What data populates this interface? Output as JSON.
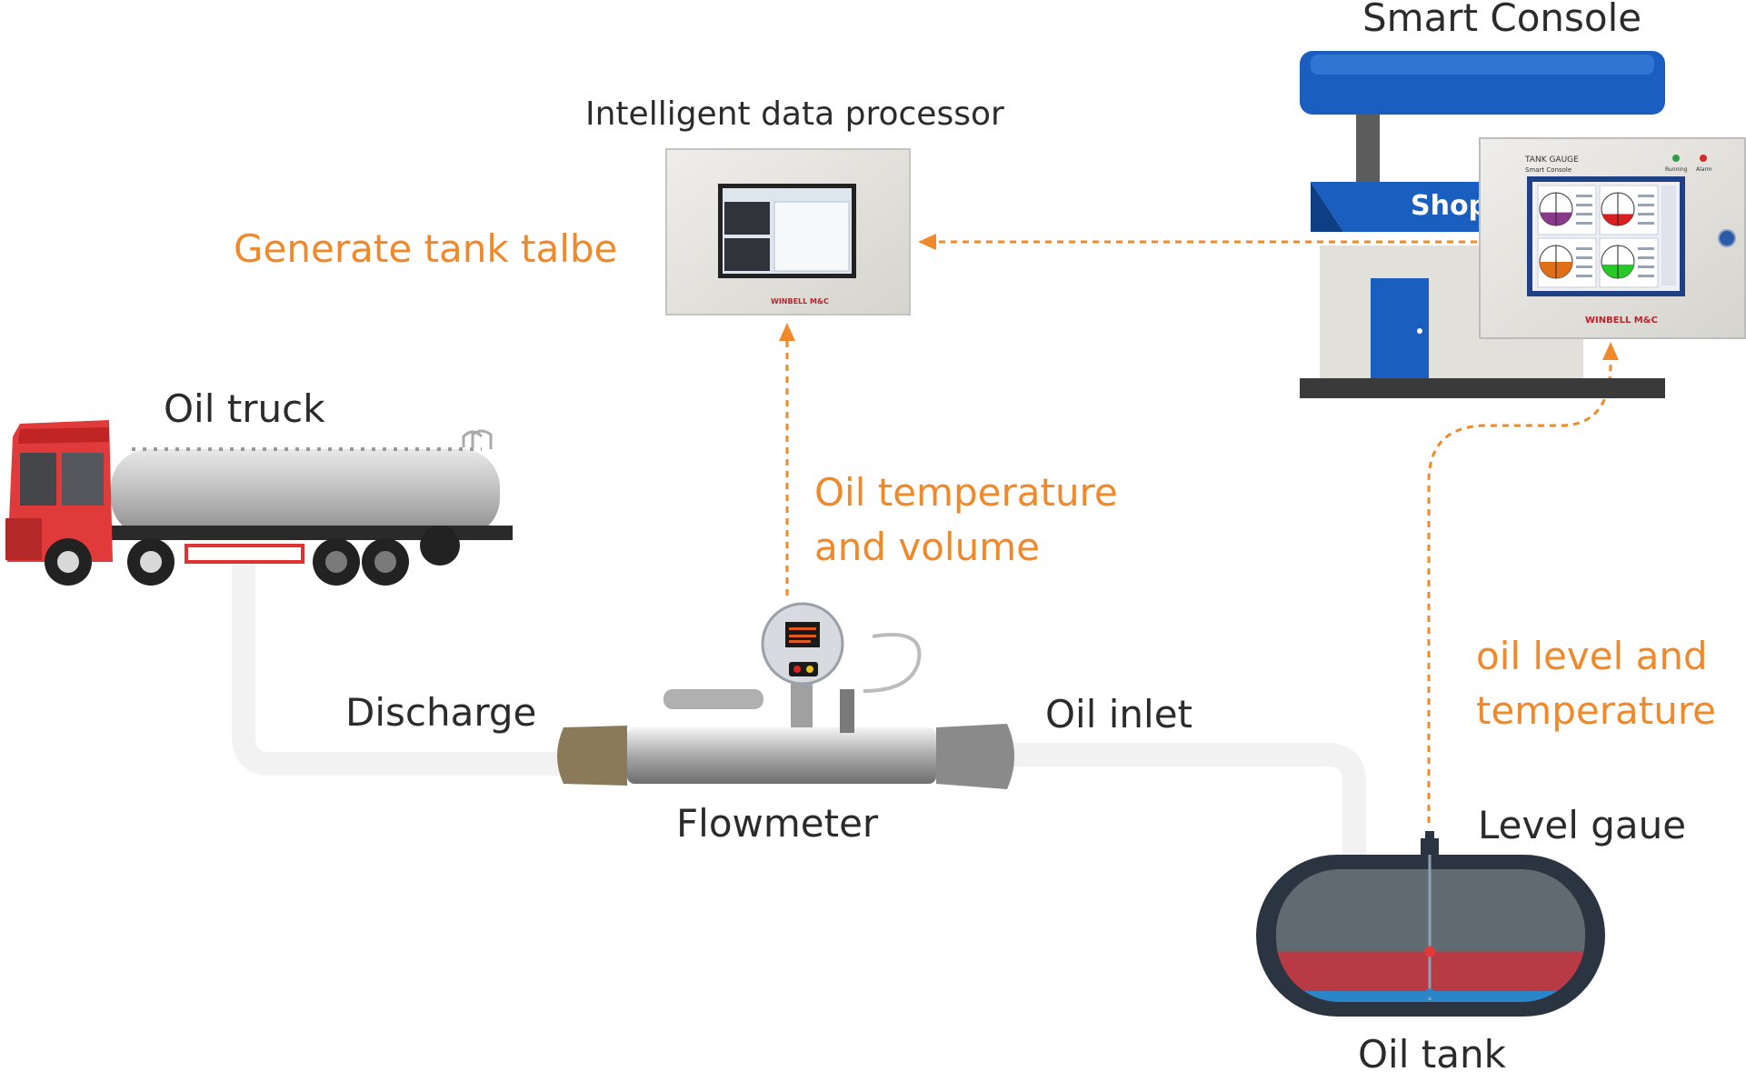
{
  "labels": {
    "smart_console": "Smart Console",
    "data_processor": "Intelligent data processor",
    "generate_table": "Generate tank talbe",
    "oil_truck": "Oil truck",
    "oil_temp_line1": "Oil temperature",
    "oil_temp_line2": "and volume",
    "discharge": "Discharge",
    "oil_inlet": "Oil inlet",
    "flowmeter": "Flowmeter",
    "level_line1": "oil level and",
    "level_line2": "temperature",
    "level_gauge": "Level gaue",
    "oil_tank": "Oil tank"
  },
  "station": {
    "shop_sign": "Shop"
  },
  "console": {
    "title": "TANK GAUGE",
    "subtitle": "Smart Console",
    "running": "Running",
    "alarm": "Alarm",
    "brand": "WINBELL M&C",
    "tanks": [
      {
        "fill": 0.4,
        "color": "#8a3a8a"
      },
      {
        "fill": 0.35,
        "color": "#d82020"
      },
      {
        "fill": 0.5,
        "color": "#e07018"
      },
      {
        "fill": 0.42,
        "color": "#28c828"
      }
    ]
  },
  "processor": {
    "brand": "WINBELL M&C"
  },
  "tank": {
    "oil_level": 0.38
  },
  "colors": {
    "accent": "#f0892a",
    "text": "#2b2b2b",
    "station_blue": "#1a5fbf",
    "truck_red": "#e03a3a",
    "pipe": "#f2f2f2",
    "oil_red": "#b83a44",
    "water_blue": "#2a86c8"
  }
}
